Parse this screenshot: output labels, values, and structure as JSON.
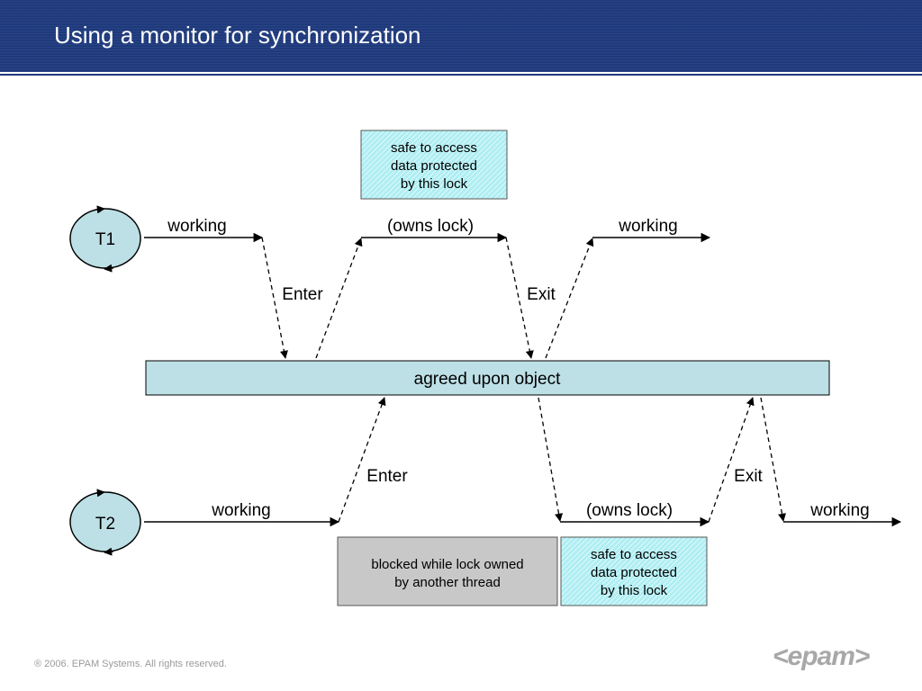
{
  "slide": {
    "title": "Using a monitor for synchronization",
    "footer": "® 2006. EPAM Systems. All rights reserved.",
    "logo": "<epam>"
  },
  "diagram": {
    "t1_label": "T1",
    "t2_label": "T2",
    "object_label": "agreed upon object",
    "t1_working_1": "working",
    "t1_owns_lock": "(owns lock)",
    "t1_working_2": "working",
    "t1_enter": "Enter",
    "t1_exit": "Exit",
    "t2_working_1": "working",
    "t2_owns_lock": "(owns lock)",
    "t2_working_2": "working",
    "t2_enter": "Enter",
    "t2_exit": "Exit",
    "safe_box_top": [
      "safe to access",
      "data protected",
      "by this lock"
    ],
    "safe_box_bottom": [
      "safe to access",
      "data protected",
      "by this lock"
    ],
    "blocked_box": [
      "blocked while lock owned",
      "by another thread"
    ],
    "colors": {
      "header": "#1f3a7c",
      "object_fill": "#bde0e6",
      "thread_fill": "#bde0e6",
      "safe_fill": "#aeeef3",
      "blocked_fill": "#c8c8c8"
    }
  }
}
